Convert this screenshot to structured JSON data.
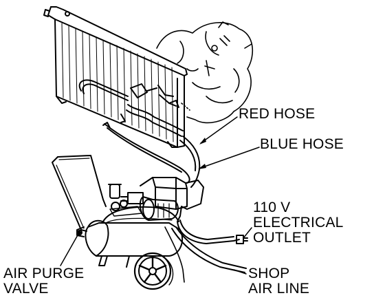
{
  "labels": {
    "red_hose": "RED HOSE",
    "blue_hose": "BLUE HOSE",
    "outlet_line1": "110 V",
    "outlet_line2": "ELECTRICAL",
    "outlet_line3": "OUTLET",
    "purge_line1": "AIR PURGE",
    "purge_line2": "VALVE",
    "shop_line1": "SHOP",
    "shop_line2": "AIR LINE"
  },
  "colors": {
    "ink": "#000000",
    "paper": "#ffffff"
  }
}
